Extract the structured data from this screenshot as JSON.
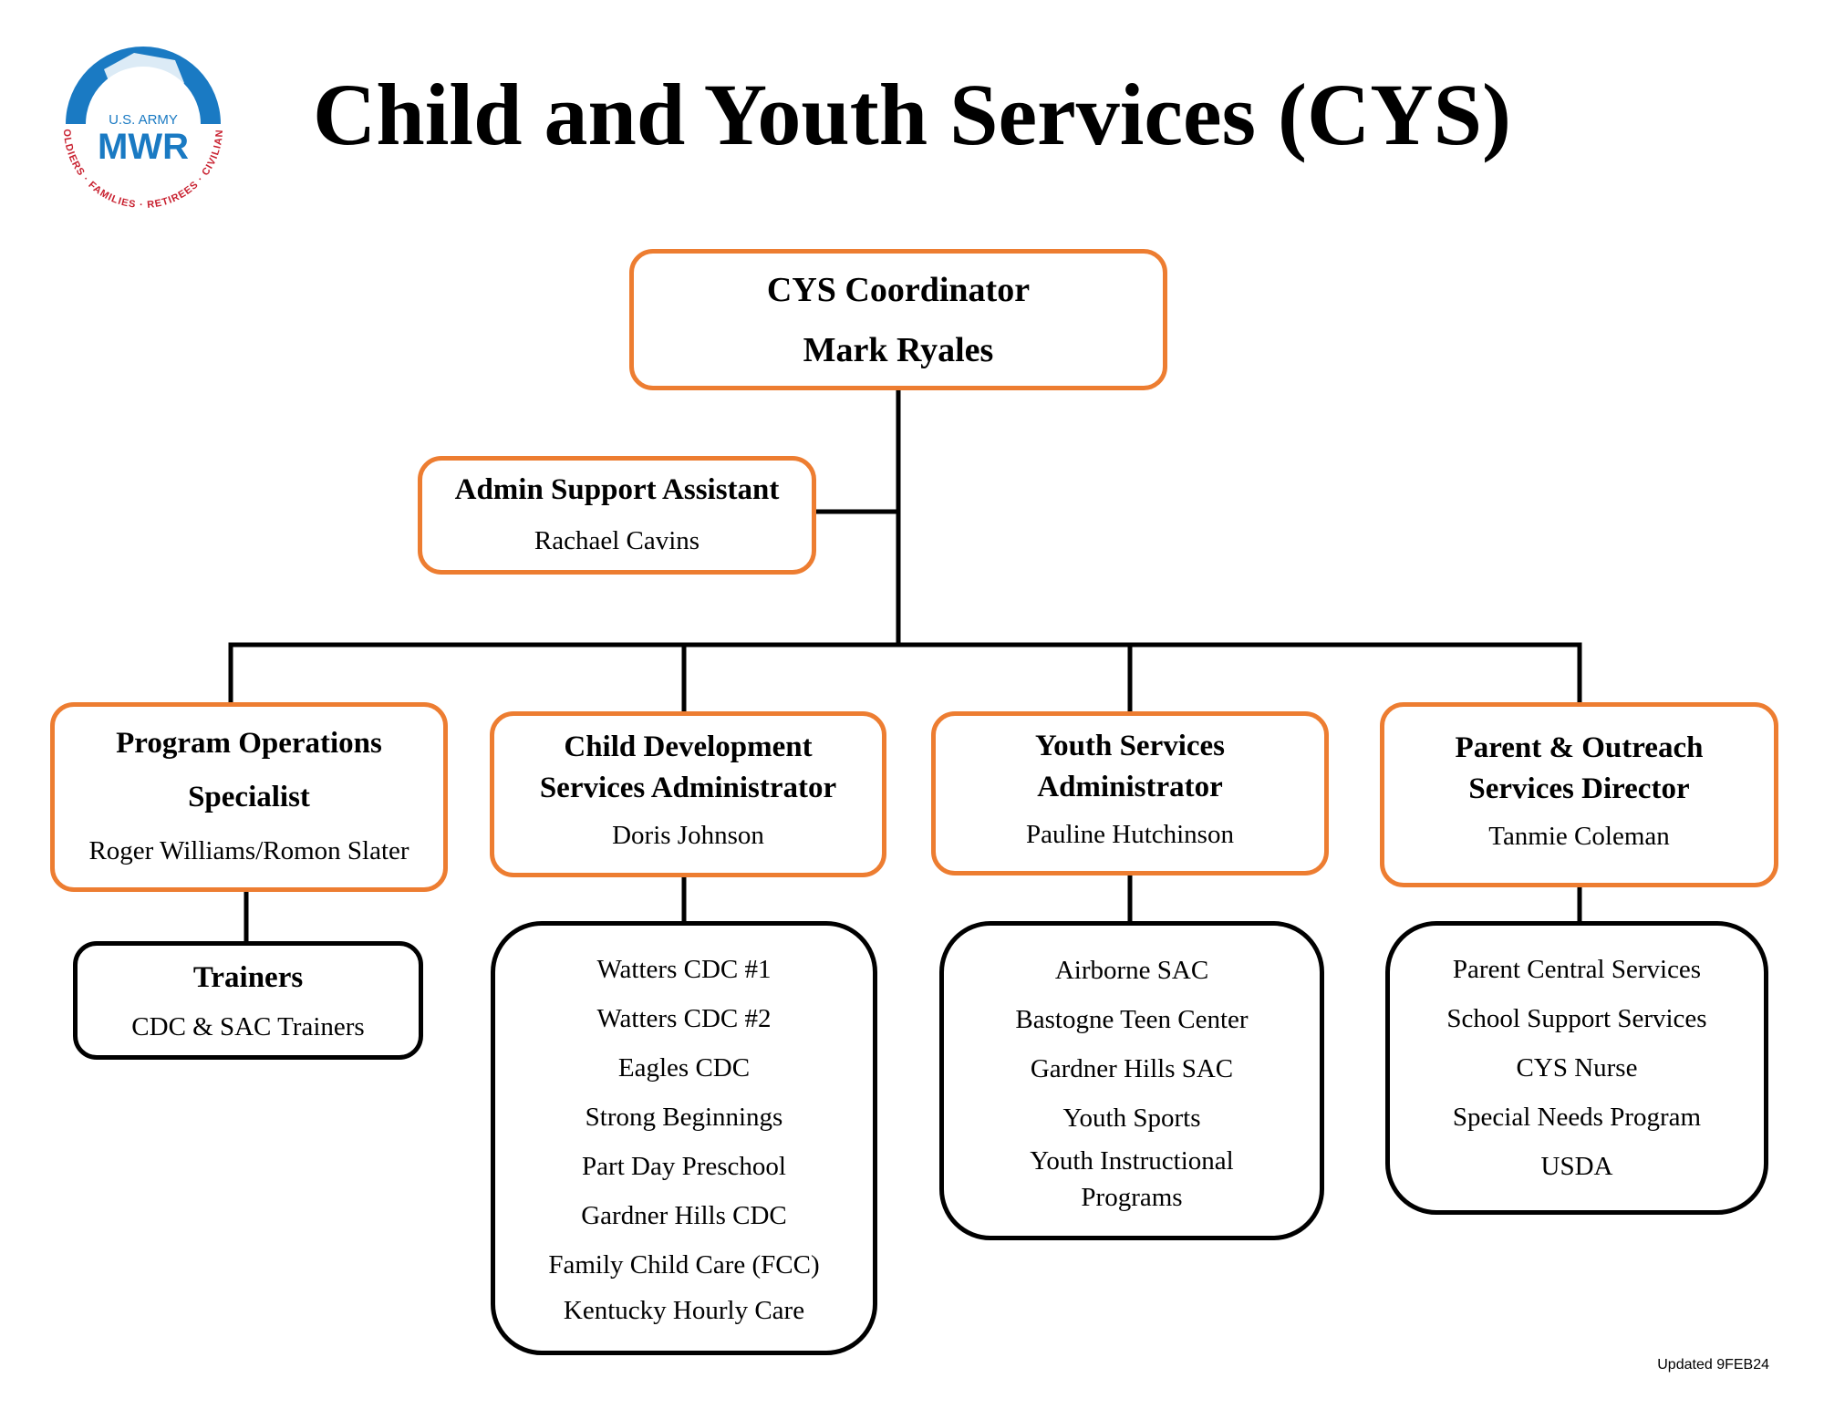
{
  "logo": {
    "line1": "U.S. ARMY",
    "line2": "MWR",
    "ring_text": "SOLDIERS · FAMILIES · RETIREES · CIVILIANS"
  },
  "title": "Child and Youth Services (CYS)",
  "coordinator": {
    "title": "CYS  Coordinator",
    "name": "Mark Ryales"
  },
  "admin": {
    "title": "Admin Support Assistant",
    "name": "Rachael Cavins"
  },
  "departments": [
    {
      "title_lines": [
        "Program Operations",
        "Specialist"
      ],
      "name": "Roger Williams/Romon Slater",
      "sub": {
        "title": "Trainers",
        "items": [
          "CDC & SAC Trainers"
        ]
      }
    },
    {
      "title_lines": [
        "Child Development",
        "Services Administrator"
      ],
      "name": "Doris Johnson",
      "sub": {
        "items": [
          "Watters CDC #1",
          "Watters CDC #2",
          "Eagles CDC",
          "Strong Beginnings",
          "Part Day Preschool",
          "Gardner Hills CDC",
          "Family Child Care (FCC)",
          "Kentucky Hourly Care"
        ]
      }
    },
    {
      "title_lines": [
        "Youth Services",
        "Administrator"
      ],
      "name": "Pauline Hutchinson",
      "sub": {
        "items": [
          "Airborne SAC",
          "Bastogne Teen Center",
          "Gardner Hills SAC",
          "Youth Sports",
          "Youth Instructional",
          "Programs"
        ]
      }
    },
    {
      "title_lines": [
        "Parent & Outreach",
        "Services Director"
      ],
      "name": "Tanmie Coleman",
      "sub": {
        "items": [
          "Parent Central Services",
          "School Support Services",
          "CYS Nurse",
          "Special Needs Program",
          "USDA"
        ]
      }
    }
  ],
  "footer": "Updated 9FEB24",
  "colors": {
    "box_border": "#ed7d31",
    "connector": "#000000",
    "logo_blue": "#1a7ac3",
    "logo_red": "#c8202f"
  }
}
